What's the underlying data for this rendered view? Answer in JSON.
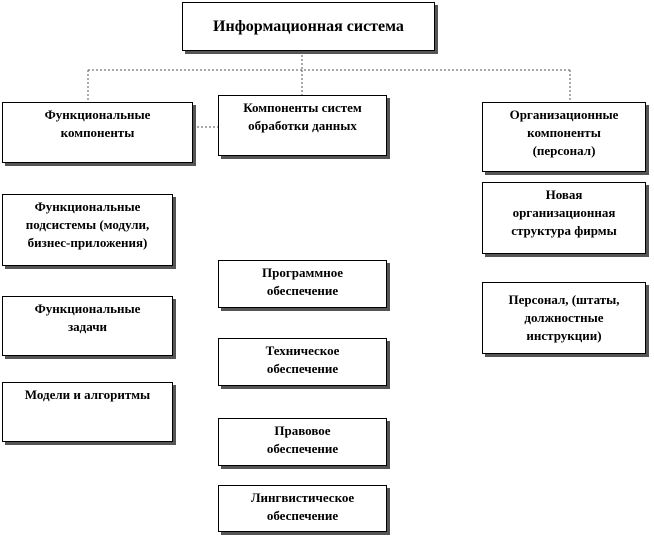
{
  "root": {
    "label": "Информационная система"
  },
  "categories": {
    "functional": "Функциональные\nкомпоненты",
    "processing": "Компоненты систем\nобработки данных",
    "organizational": "Организационные\nкомпоненты\n(персонал)"
  },
  "functional_items": [
    "Функциональные\nподсистемы (модули,\nбизнес-приложения)",
    "Функциональные\nзадачи",
    "Модели и алгоритмы"
  ],
  "processing_items": [
    "Программное\nобеспечение",
    "Техническое\nобеспечение",
    "Правовое\nобеспечение",
    "Лингвистическое\nобеспечение"
  ],
  "organizational_items": [
    "Новая\nорганизационная\nструктура фирмы",
    "Персонал, (штаты,\nдолжностные\nинструкции)"
  ]
}
